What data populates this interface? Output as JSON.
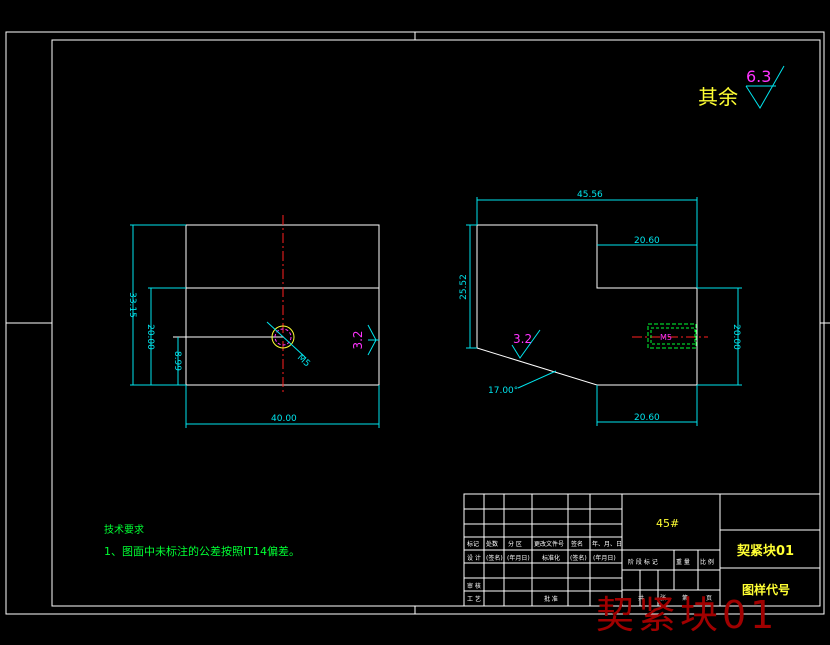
{
  "roughness": {
    "label": "其余",
    "value": "6.3"
  },
  "left_view": {
    "dim_width": "40.00",
    "dim_height_total": "33.15",
    "dim_height_mid": "20.00",
    "dim_height_low": "8.99",
    "thread_label": "M5",
    "roughness_side": "3.2"
  },
  "right_view": {
    "dim_top_width": "45.56",
    "dim_step_upper": "20.60",
    "dim_step_lower": "20.60",
    "dim_height_left": "25.52",
    "dim_height_right": "20.00",
    "angle": "17.00°",
    "roughness_slope": "3.2",
    "thread_label": "M5"
  },
  "notes": {
    "title": "技术要求",
    "item1": "1、图面中未标注的公差按照IT14偏差。"
  },
  "title_block": {
    "material": "45#",
    "part_name": "契紧块01",
    "drawing_code_label": "图样代号",
    "row_labels_top": [
      "标记",
      "处数",
      "分 区",
      "更改文件号",
      "签名",
      "年、月、日"
    ],
    "row_labels_design": [
      "设 计",
      "(签名)",
      "(年月日)",
      "标准化",
      "(签名)",
      "(年月日)"
    ],
    "stage_labels": [
      "阶 段 标 记",
      "重 量",
      "比 例"
    ],
    "review_label": "审 核",
    "process_label": "工 艺",
    "approve_label": "批 准",
    "sheet_labels": [
      "共",
      "张",
      "第",
      "页"
    ]
  },
  "watermark": "契紧块01",
  "colors": {
    "frame": "#ffffff",
    "dimension": "#00e5ee",
    "green": "#00ff33",
    "magenta": "#ff33ff",
    "yellow": "#ffff33",
    "red": "#ff2020",
    "watermark": "#a00000"
  }
}
